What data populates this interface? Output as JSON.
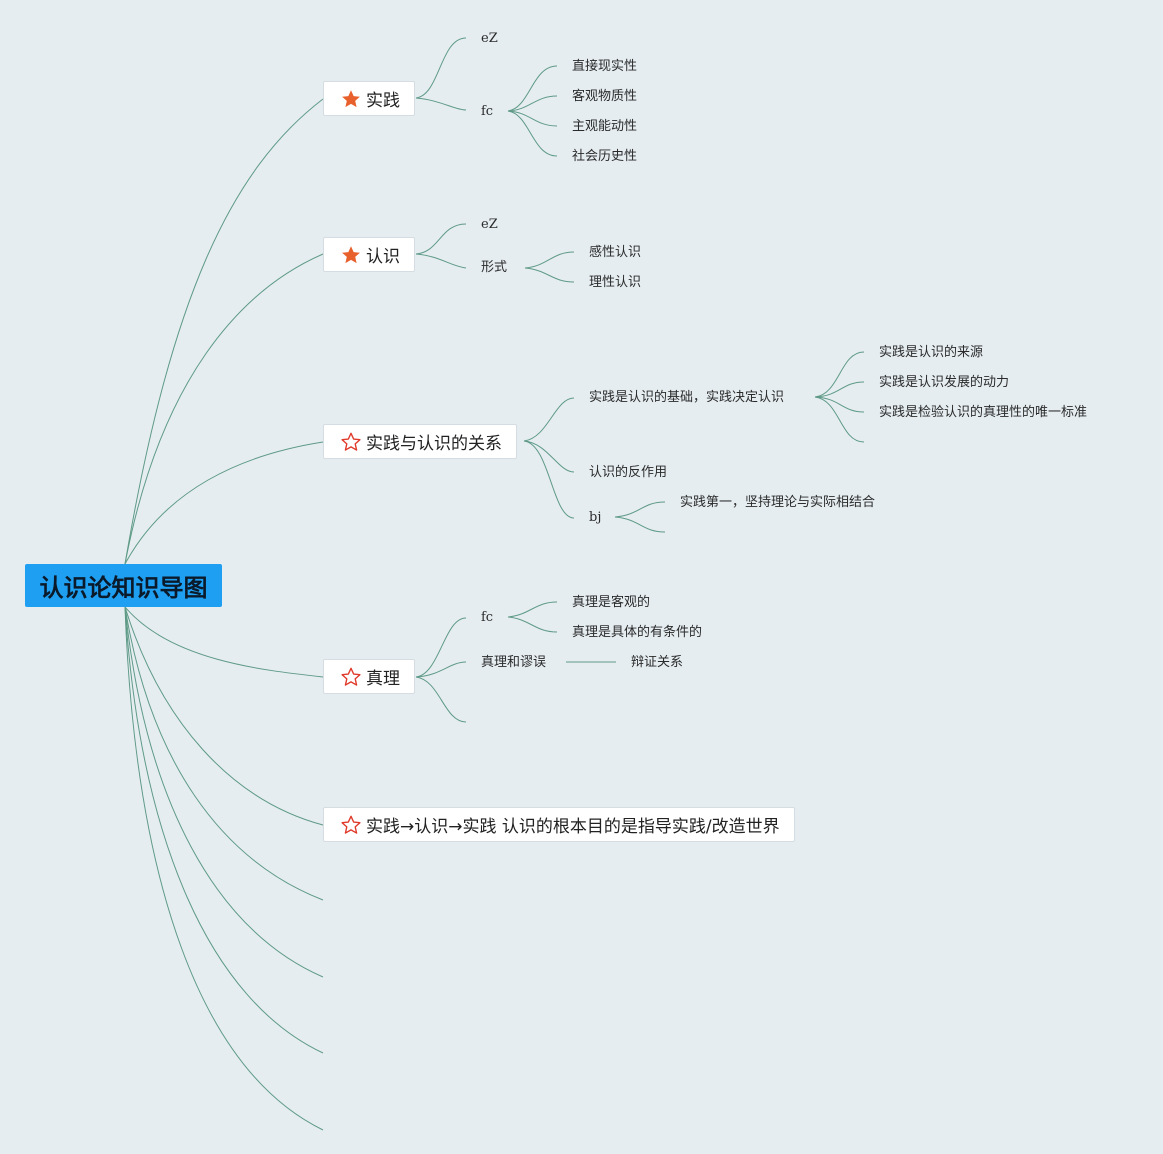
{
  "root": {
    "title": "认识论知识导图"
  },
  "topics": {
    "shijian": {
      "label": "实践",
      "icon": "star-filled-icon"
    },
    "renshi": {
      "label": "认识",
      "icon": "star-filled-icon"
    },
    "guanxi": {
      "label": "实践与认识的关系",
      "icon": "star-outline-icon"
    },
    "zhenli": {
      "label": "真理",
      "icon": "star-outline-icon"
    },
    "xunhuan": {
      "label": "实践→认识→实践 认识的根本目的是指导实践/改造世界",
      "icon": "star-outline-icon"
    }
  },
  "subs": {
    "shijian_ez": "eZ",
    "shijian_fc": "fc",
    "shijian_fc_items": [
      "直接现实性",
      "客观物质性",
      "主观能动性",
      "社会历史性"
    ],
    "renshi_ez": "eZ",
    "renshi_xingshi": "形式",
    "renshi_xingshi_items": [
      "感性认识",
      "理性认识"
    ],
    "guanxi_jichu": "实践是认识的基础，实践决定认识",
    "guanxi_jichu_items": [
      "实践是认识的来源",
      "实践是认识发展的动力",
      "实践是检验认识的真理性的唯一标准"
    ],
    "guanxi_fanzuoyong": "认识的反作用",
    "guanxi_bj": "bj",
    "guanxi_bj_item": "实践第一，坚持理论与实际相结合",
    "zhenli_fc": "fc",
    "zhenli_fc_items": [
      "真理是客观的",
      "真理是具体的有条件的"
    ],
    "zhenli_miuwu": "真理和谬误",
    "zhenli_bianzheng": "辩证关系"
  },
  "colors": {
    "background": "#e5edf1",
    "root_fill": "#1e9ff2",
    "connector": "#5f9a86",
    "star_filled": "#e8612c",
    "star_outline": "#e03a2a"
  }
}
